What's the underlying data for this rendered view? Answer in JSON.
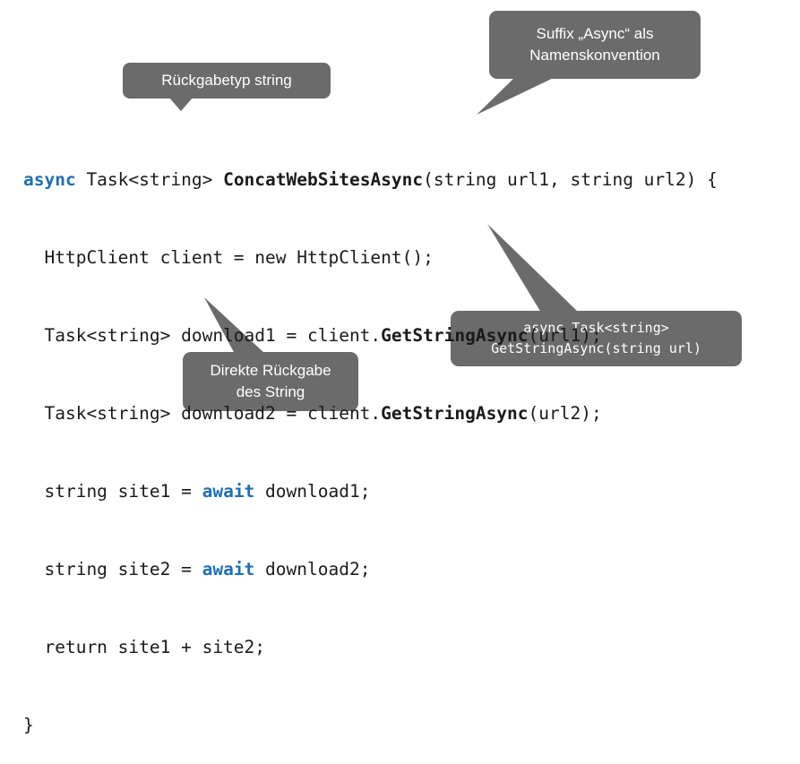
{
  "callouts": {
    "suffix": [
      "Suffix „Async“ als",
      "Namenskonvention"
    ],
    "return_type": [
      "Rückgabetyp string"
    ],
    "direct_return": [
      "Direkte Rückgabe",
      "des String"
    ],
    "signature": [
      "async Task<string>",
      "GetStringAsync(string url)"
    ]
  },
  "code": {
    "l1": {
      "kw": "async",
      "a": " Task<string> ",
      "name": "ConcatWebSitesAsync",
      "b": "(string url1, string url2) {"
    },
    "l2": {
      "a": "  HttpClient client = new HttpClient();"
    },
    "l3": {
      "a": "  Task<string> download1 = client.",
      "name": "GetStringAsync",
      "b": "(url1);"
    },
    "l4": {
      "a": "  Task<string> download2 = client.",
      "name": "GetStringAsync",
      "b": "(url2);"
    },
    "l5": {
      "a": "  string site1 = ",
      "kw": "await",
      "b": " download1;"
    },
    "l6": {
      "a": "  string site2 = ",
      "kw": "await",
      "b": " download2;"
    },
    "l7": {
      "a": "  return site1 + site2;"
    },
    "l8": {
      "a": "}"
    }
  },
  "colors": {
    "keyword": "#1f6fb5",
    "callout_fill": "#6b6b6b",
    "callout_text": "#ffffff",
    "code_text": "#1a1a1a"
  }
}
